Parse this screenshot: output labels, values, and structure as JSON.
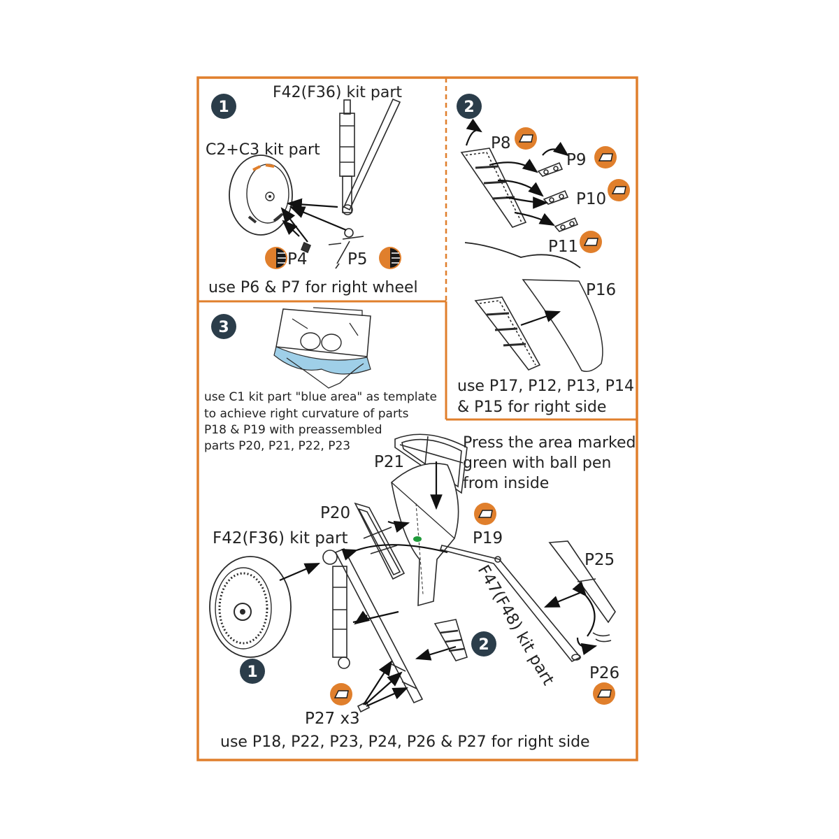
{
  "colors": {
    "frame": "#e07f2c",
    "step_badge": "#2b3d4a",
    "part_badge": "#e07f2c",
    "blue_area": "#9fcfe8",
    "green_mark": "#1f9a3a"
  },
  "icons": {
    "step_badge": "numbered-step-circle",
    "photo_etch_bend": "bend-part-icon",
    "photo_etch_striped": "striped-part-icon"
  },
  "step1": {
    "number": "1",
    "label_strut": "F42(F36) kit part",
    "label_wheel": "C2+C3 kit part",
    "label_p4": "P4",
    "label_p5": "P5",
    "note": "use P6 & P7 for right wheel"
  },
  "step2": {
    "number": "2",
    "label_p8": "P8",
    "label_p9": "P9",
    "label_p10": "P10",
    "label_p11": "P11",
    "label_p16": "P16",
    "note_line1": "use P17, P12, P13, P14",
    "note_line2": "& P15 for right side"
  },
  "step3": {
    "number": "3",
    "note_line1": "use C1 kit part \"blue area\" as template",
    "note_line2": "to achieve right curvature of parts",
    "note_line3": "P18 & P19 with preassembled",
    "note_line4": "parts P20, P21, P22, P23",
    "press_line1": "Press the area marked",
    "press_line2": "green with ball pen",
    "press_line3": "from inside",
    "label_p21": "P21",
    "label_p20": "P20",
    "label_p19": "P19",
    "label_p25": "P25",
    "label_p26": "P26",
    "label_p27": "P27 x3",
    "label_strut": "F42(F36) kit part",
    "label_rod": "F47(F48) kit part",
    "ref_step1": "1",
    "ref_step2": "2",
    "note_bottom": "use P18, P22, P23, P24, P26 & P27 for right side"
  }
}
